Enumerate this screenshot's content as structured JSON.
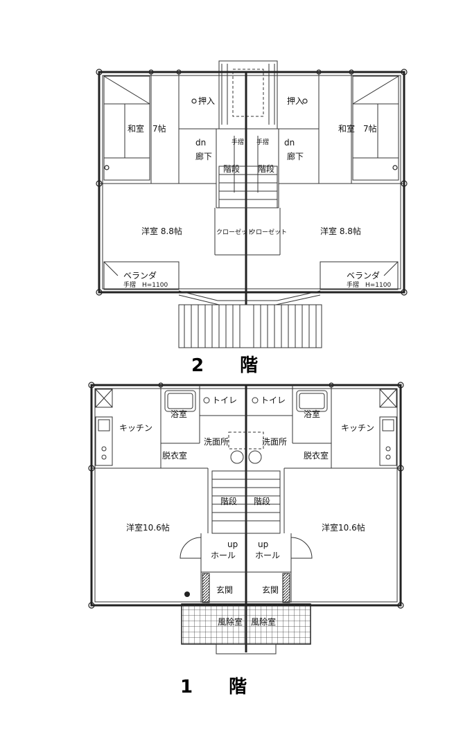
{
  "floor2": {
    "title": "2　　階",
    "rooms": {
      "washitsu_left": "和室　7帖",
      "washitsu_right": "和室　7帖",
      "oshiire_left": "押入",
      "oshiire_right": "押入",
      "roka_left": "廊下",
      "roka_right": "廊下",
      "dn_left": "dn",
      "dn_right": "dn",
      "tesuri_left": "手摺",
      "tesuri_right": "手摺",
      "kaidan_left": "階段",
      "kaidan_right": "階段",
      "yoshitsu_left": "洋室 8.8帖",
      "yoshitsu_right": "洋室 8.8帖",
      "closet_left": "クローゼット",
      "closet_right": "クローゼット",
      "veranda_left": "ベランダ",
      "veranda_right": "ベランダ",
      "veranda_note_left": "手摺　H=1100",
      "veranda_note_right": "手摺　H=1100"
    }
  },
  "floor1": {
    "title": "1　　階",
    "rooms": {
      "kitchen_left": "キッチン",
      "kitchen_right": "キッチン",
      "yokushitsu_left": "浴室",
      "yokushitsu_right": "浴室",
      "toilet_left": "トイレ",
      "toilet_right": "トイレ",
      "senmen_left": "洗面所",
      "senmen_right": "洗面所",
      "datsui_left": "脱衣室",
      "datsui_right": "脱衣室",
      "kaidan_left": "階段",
      "kaidan_right": "階段",
      "yoshitsu_left": "洋室10.6帖",
      "yoshitsu_right": "洋室10.6帖",
      "up_left": "up",
      "up_right": "up",
      "hall_left": "ホール",
      "hall_right": "ホール",
      "genkan_left": "玄関",
      "genkan_right": "玄関",
      "fujoshitsu_left": "風除室",
      "fujoshitsu_right": "風除室"
    }
  }
}
